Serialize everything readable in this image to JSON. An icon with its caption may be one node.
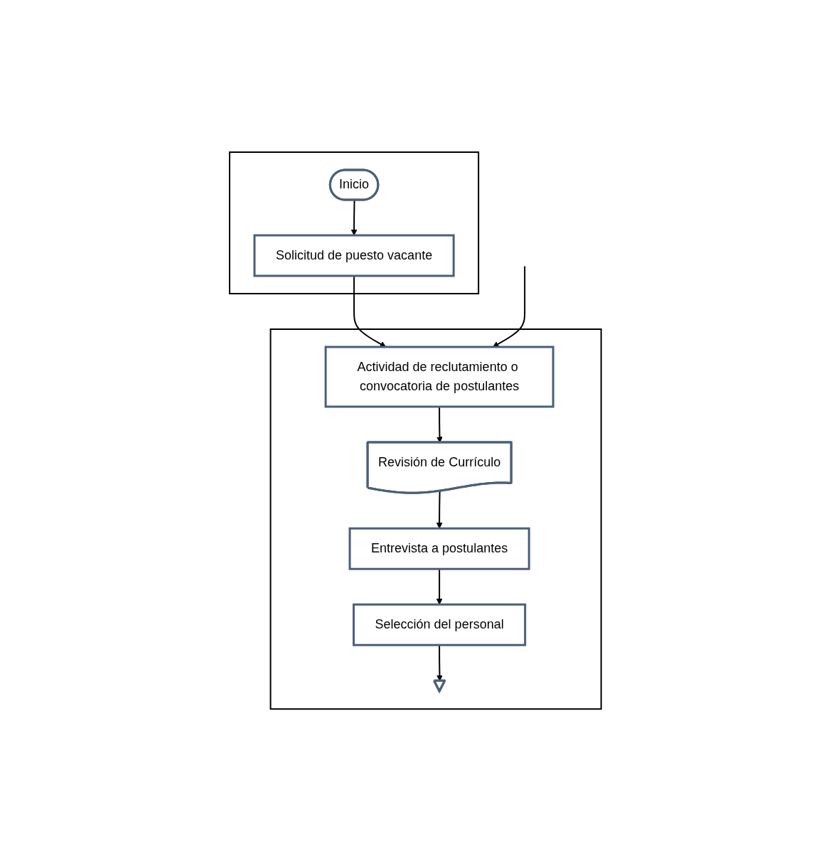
{
  "diagram": {
    "nodes": [
      {
        "text": [],
        "shape": "band"
      },
      {
        "text": [],
        "shape": "band"
      },
      {
        "text": [
          "Inicio"
        ],
        "in": 0
      },
      {
        "text": [
          "Solicitud de puesto vacante"
        ],
        "in": 0
      },
      {
        "text": [
          "Actividad de reclutamiento o convocatoria de postulantes"
        ],
        "in": 1
      },
      {
        "text": [
          "Revisión de Currículo"
        ],
        "in": 1
      },
      {
        "text": [
          "Entrevista a postulantes"
        ],
        "in": 1
      },
      {
        "text": [
          "Selección del personal"
        ],
        "in": 1
      },
      {
        "text": [],
        "shape": "pentagon",
        "in": 1
      }
    ],
    "edges": [
      {
        "from": 2,
        "to": 3,
        "arrow": "to"
      },
      {
        "from": 3,
        "to": 4,
        "arrow": "to"
      },
      {
        "from": null,
        "to": 4,
        "arrow": "to"
      },
      {
        "from": 4,
        "to": 5,
        "arrow": "to"
      },
      {
        "from": 5,
        "to": 6,
        "arrow": "to"
      },
      {
        "from": 6,
        "to": 7,
        "arrow": "to"
      },
      {
        "from": 7,
        "to": 8,
        "arrow": "to"
      }
    ]
  }
}
